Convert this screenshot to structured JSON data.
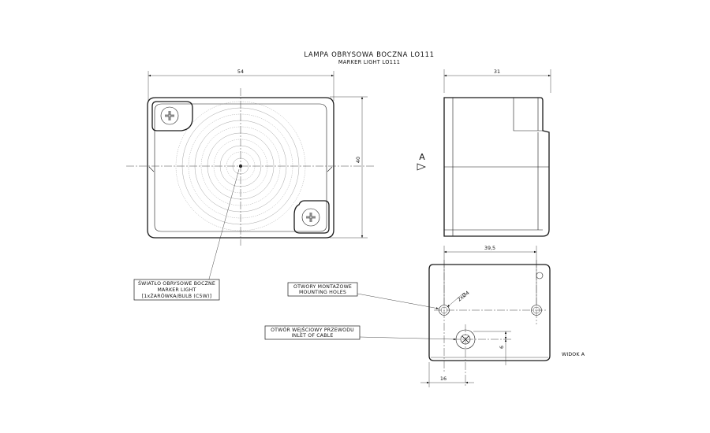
{
  "title": {
    "line1": "LAMPA OBRYSOWA BOCZNA LO111",
    "line2": "MARKER LIGHT LO111"
  },
  "dimensions": {
    "width": "54",
    "depth": "31",
    "height": "40",
    "hole_spacing": "39,5",
    "cable_offset": "16",
    "cable_vertical": "6",
    "hole_diameter": "2xØ4"
  },
  "view_marker": "A",
  "labels": {
    "light": {
      "line1": "ŚWIATŁO OBRYSOWE BOCZNE",
      "line2": "MARKER LIGHT",
      "line3": "[1xŻARÓWKA/BULB (C5W)]"
    },
    "holes": {
      "line1": "OTWORY MONTAŻOWE",
      "line2": "MOUNTING HOLES"
    },
    "inlet": {
      "line1": "OTWÓR WEJŚCIOWY PRZEWODU",
      "line2": "INLET OF CABLE"
    },
    "view": "WIDOK A"
  }
}
